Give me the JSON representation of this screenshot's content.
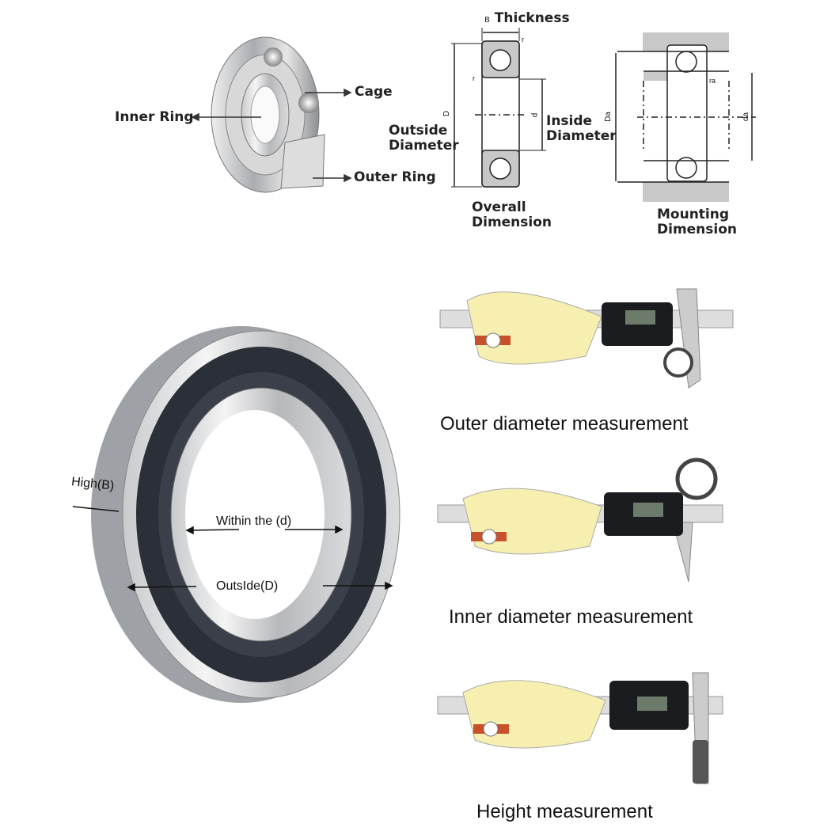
{
  "anatomy": {
    "cage": "Cage",
    "inner_ring": "Inner Ring",
    "outer_ring": "Outer Ring"
  },
  "overall": {
    "thickness_symbol": "B",
    "thickness": "Thickness",
    "outside_diameter_line1": "Outside",
    "outside_diameter_line2": "Diameter",
    "inside_diameter_line1": "Inside",
    "inside_diameter_line2": "Diameter",
    "title_line1": "Overall",
    "title_line2": "Dimension",
    "sym_D": "D",
    "sym_d": "d",
    "sym_r": "r"
  },
  "mounting": {
    "title_line1": "Mounting",
    "title_line2": "Dimension",
    "sym_Da": "Da",
    "sym_da": "da",
    "sym_ra": "ra"
  },
  "photo_labels": {
    "high": "High(B)",
    "within": "Within the  (d)",
    "outside": "OutsIde(D)"
  },
  "measurements": [
    {
      "caption": "Outer diameter measurement"
    },
    {
      "caption": "Inner diameter measurement"
    },
    {
      "caption": "Height measurement"
    }
  ],
  "colors": {
    "steel": "#b9bcc0",
    "seal": "#2b2f38",
    "hand": "#f6efb0",
    "strap": "#c8502a"
  }
}
